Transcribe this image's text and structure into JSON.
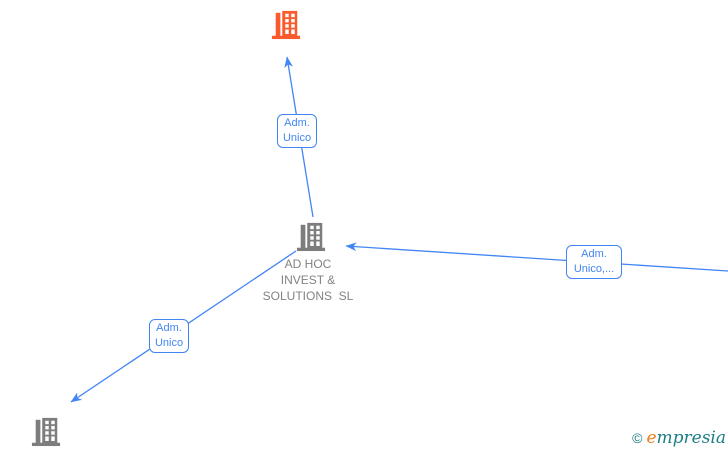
{
  "colors": {
    "edge_blue": "#4285f4",
    "node_gray": "#7d7d7d",
    "node_orange": "#f95b2f",
    "name_gray": "#828282",
    "logo_teal": "#1b7e86",
    "logo_orange": "#ef7d1a"
  },
  "diagram": {
    "nodes": [
      {
        "id": "company-top",
        "icon": "building-icon",
        "color_key": "node_orange"
      },
      {
        "id": "company-center",
        "icon": "building-icon",
        "color_key": "node_gray",
        "name": "AD HOC INVEST & SOLUTIONS SL",
        "name_lines": [
          "AD HOC",
          "INVEST &",
          "SOLUTIONS  SL"
        ]
      },
      {
        "id": "company-bottom-left",
        "icon": "building-icon",
        "color_key": "node_gray"
      }
    ],
    "edges": [
      {
        "id": "center-to-top",
        "label_lines": [
          "Adm.",
          "Unico"
        ]
      },
      {
        "id": "right-to-center",
        "label_lines": [
          "Adm.",
          "Unico,..."
        ]
      },
      {
        "id": "center-to-bottom-left",
        "label_lines": [
          "Adm.",
          "Unico"
        ]
      }
    ]
  },
  "watermark": {
    "copyright_symbol": "©",
    "brand_first_letter": "e",
    "brand_rest": "mpresia"
  }
}
